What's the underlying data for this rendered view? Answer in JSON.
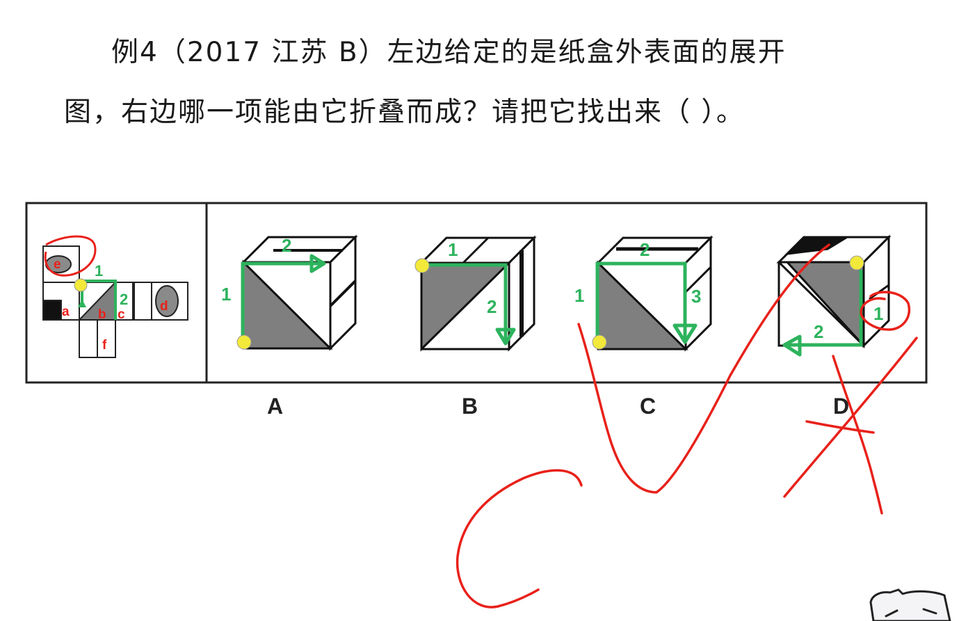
{
  "question": {
    "line1": "例4（2017 江苏 B）左边给定的是纸盒外表面的展开",
    "line2": "图，右边哪一项能由它折叠而成？请把它找出来（ ）。"
  },
  "net": {
    "face_labels": [
      "e",
      "a",
      "b",
      "c",
      "d",
      "f"
    ],
    "step_labels": [
      "1",
      "2"
    ]
  },
  "options": [
    {
      "label": "A",
      "steps": [
        "1",
        "2"
      ]
    },
    {
      "label": "B",
      "steps": [
        "1",
        "2"
      ]
    },
    {
      "label": "C",
      "steps": [
        "1",
        "2",
        "3"
      ]
    },
    {
      "label": "D",
      "steps": [
        "1",
        "2"
      ]
    }
  ],
  "colors": {
    "annotation_green": "#2db35d",
    "annotation_red": "#e8211a",
    "marker_yellow": "#f2e93a",
    "face_gray": "#7f7f7f"
  }
}
